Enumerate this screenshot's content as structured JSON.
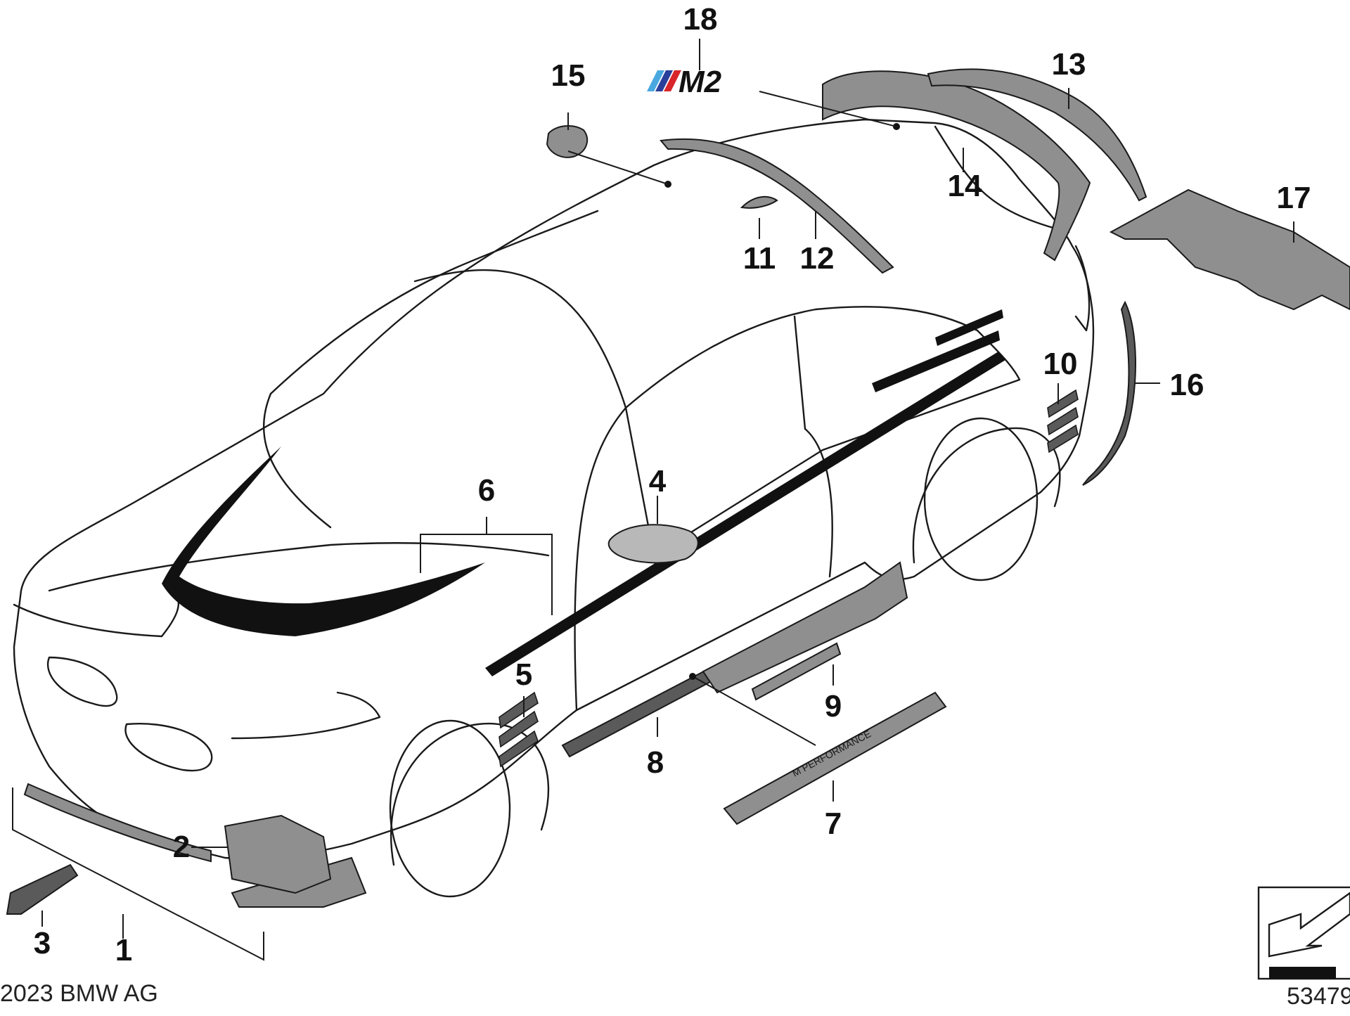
{
  "diagram": {
    "callouts": [
      "1",
      "2",
      "3",
      "4",
      "5",
      "6",
      "7",
      "8",
      "9",
      "10",
      "11",
      "12",
      "13",
      "14",
      "15",
      "16",
      "17",
      "18"
    ],
    "emblem_text": "M2",
    "sill_text": "M PERFORMANCE",
    "trim_text": "M PERFORMANCE",
    "copyright": "2023 BMW AG",
    "diagram_number": "53479",
    "colors": {
      "line": "#1a1a1a",
      "part_fill": "#8f8f8f",
      "part_dark": "#5a5a5a",
      "stripe": "#111111",
      "m_light_blue": "#4aa8e0",
      "m_dark_blue": "#2a3f9a",
      "m_red": "#d8262a"
    }
  }
}
